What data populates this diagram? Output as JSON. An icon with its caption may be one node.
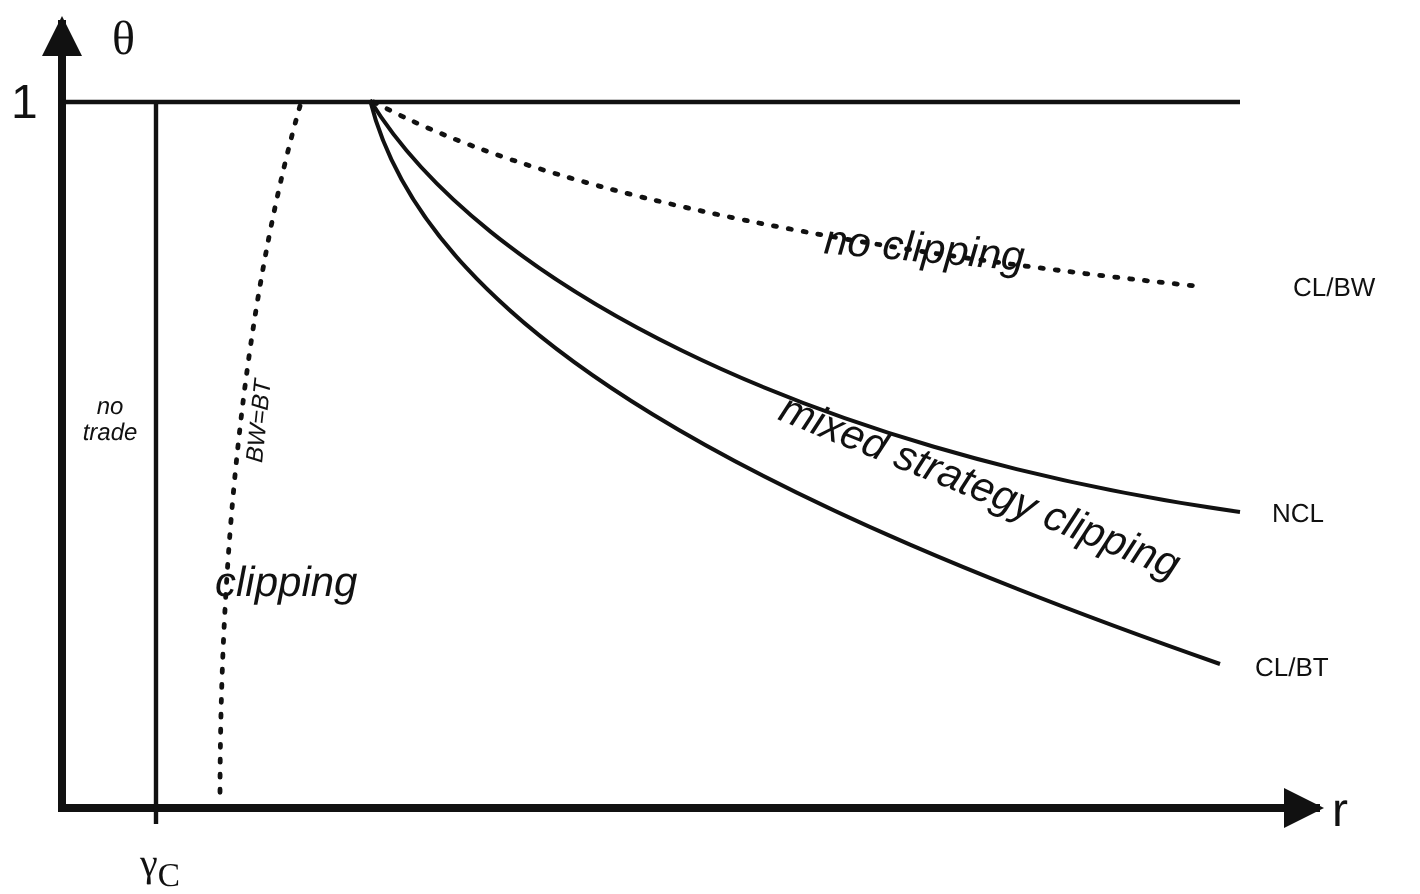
{
  "diagram": {
    "labels": [
      "θ",
      "1",
      "no clipping",
      "CL/BW",
      "no trade",
      "BW=BT",
      "mixed strategy clipping",
      "NCL",
      "clipping",
      "CL/BT",
      "r",
      "γ$_{C}$"
    ]
  }
}
